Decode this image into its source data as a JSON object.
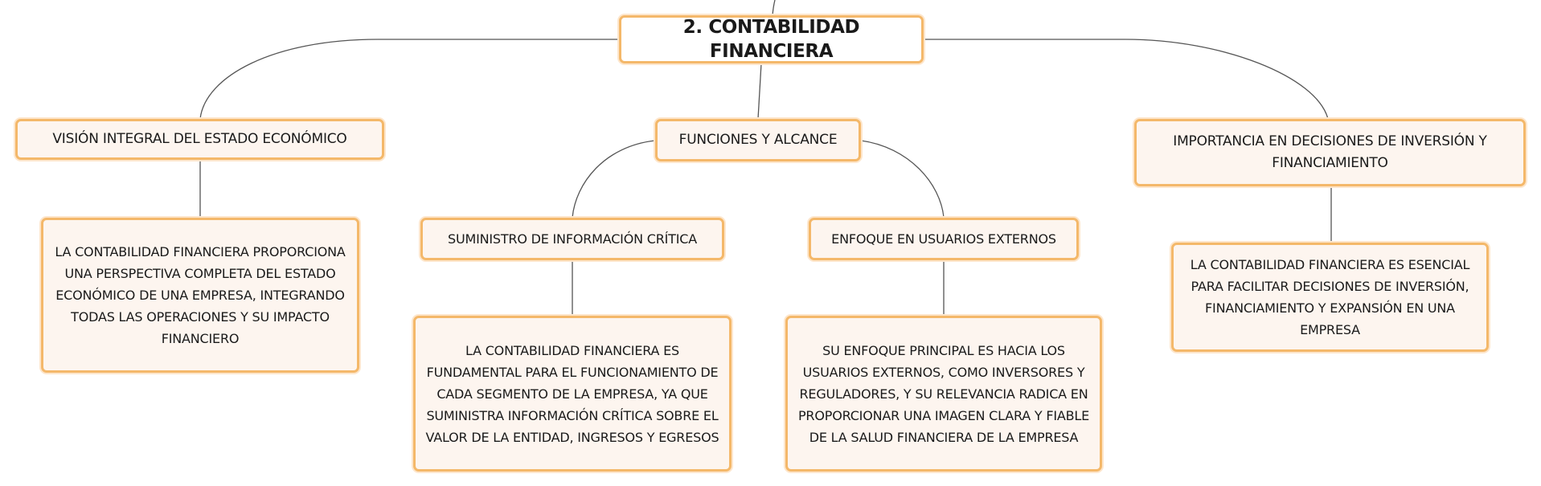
{
  "root": {
    "title": "2. CONTABILIDAD FINANCIERA"
  },
  "branches": {
    "vision": {
      "title": "VISIÓN INTEGRAL DEL ESTADO ECONÓMICO",
      "detail": "LA CONTABILIDAD FINANCIERA PROPORCIONA UNA PERSPECTIVA COMPLETA DEL ESTADO ECONÓMICO DE UNA EMPRESA, INTEGRANDO TODAS LAS OPERACIONES Y SU IMPACTO FINANCIERO"
    },
    "funciones": {
      "title": "FUNCIONES Y ALCANCE",
      "children": {
        "suministro": {
          "title": "SUMINISTRO DE INFORMACIÓN CRÍTICA",
          "detail": "LA CONTABILIDAD FINANCIERA ES FUNDAMENTAL PARA EL FUNCIONAMIENTO DE CADA SEGMENTO DE LA EMPRESA, YA QUE SUMINISTRA INFORMACIÓN CRÍTICA SOBRE EL VALOR DE LA ENTIDAD, INGRESOS Y EGRESOS"
        },
        "enfoque": {
          "title": "ENFOQUE EN USUARIOS EXTERNOS",
          "detail": "SU ENFOQUE PRINCIPAL ES HACIA LOS USUARIOS EXTERNOS, COMO INVERSORES Y REGULADORES, Y SU RELEVANCIA RADICA EN PROPORCIONAR UNA IMAGEN CLARA Y FIABLE DE LA SALUD FINANCIERA DE LA EMPRESA"
        }
      }
    },
    "importancia": {
      "title": "IMPORTANCIA EN DECISIONES DE INVERSIÓN Y FINANCIAMIENTO",
      "detail": "LA CONTABILIDAD FINANCIERA ES ESENCIAL PARA FACILITAR DECISIONES DE INVERSIÓN, FINANCIAMIENTO Y EXPANSIÓN EN UNA EMPRESA"
    }
  },
  "colors": {
    "node_border": "#f4b86a",
    "node_fill": "#fdf5ef",
    "connector": "#555555"
  }
}
